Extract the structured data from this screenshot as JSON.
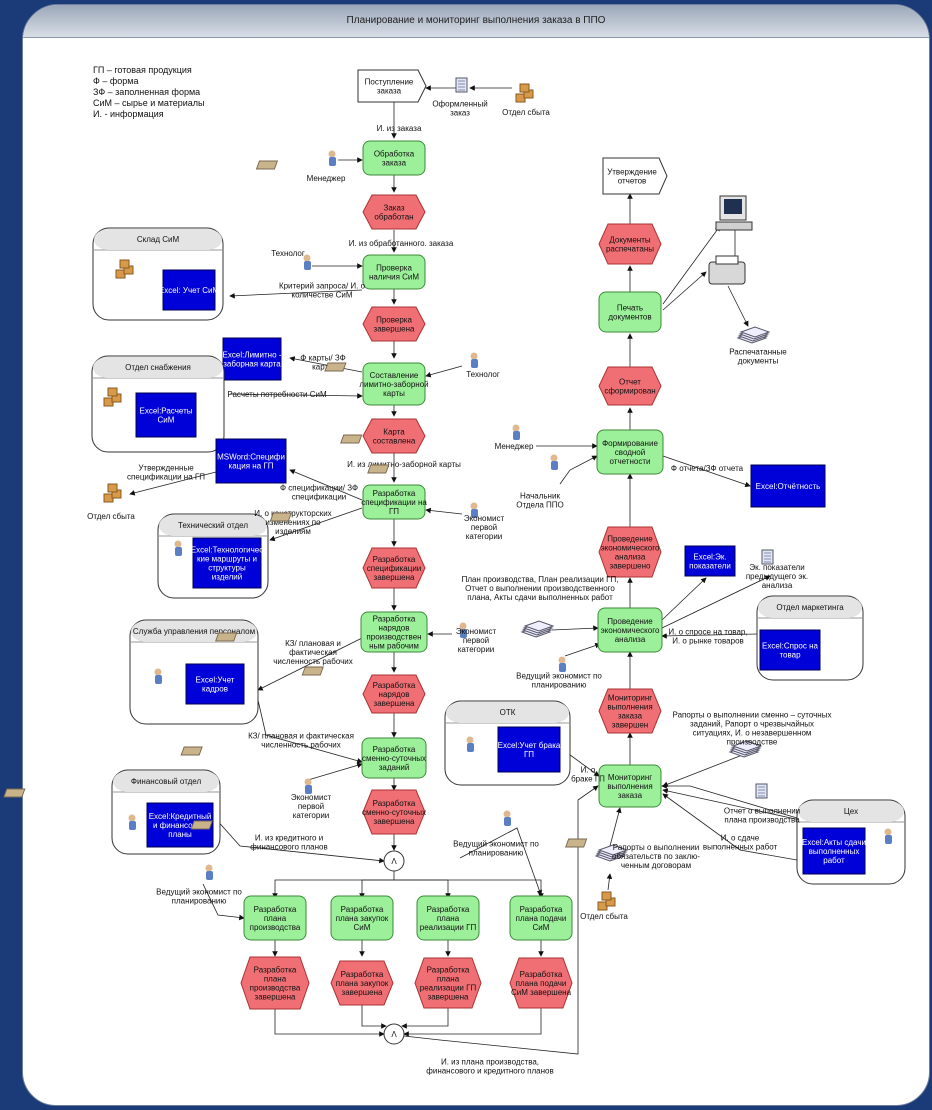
{
  "title": "Планирование и мониторинг выполнения заказа в ППО",
  "legend": [
    "ГП – готовая продукция",
    "Ф – форма",
    "ЗФ – заполненная форма",
    "СиМ – сырье и материалы",
    "И. - информация"
  ],
  "colors": {
    "function": "#9cf09a",
    "event": "#f06f74",
    "system": "#0000d8",
    "background": "#1b3a78"
  },
  "functions": {
    "f1": "Обработка заказа",
    "f2": "Проверка наличия СиМ",
    "f3": "Составление лимитно-заборной карты",
    "f4": "Разработка спецификации на ГП",
    "f5": "Разработка нарядов производствен ным рабочим",
    "f6": "Разработка сменно-суточных заданий",
    "f7": "Разработка плана производства",
    "f8": "Разработка плана закупок СиМ",
    "f9": "Разработка плана реализации ГП",
    "f10": "Разработка плана подачи СиМ",
    "f11": "Мониторинг выполнения заказа",
    "f12": "Проведение экономического анализа",
    "f13": "Формирование сводной отчетности",
    "f14": "Печать документов"
  },
  "events": {
    "e1": "Заказ обработан",
    "e2": "Проверка завершена",
    "e3": "Карта составлена",
    "e4": "Разработка спецификации завершена",
    "e5": "Разработка нарядов завершена",
    "e6": "Разработка сменно-суточных завершена",
    "e7": "Разработка плана производства завершена",
    "e8": "Разработка плана закупок завершена",
    "e9": "Разработка плана реализации ГП завершена",
    "e10": "Разработка плана подачи СиМ завершена",
    "e11": "Мониторинг выполнения заказа завершен",
    "e12": "Проведение экономического анализа завершено",
    "e13": "Отчет сформирован",
    "e14": "Документы распечатаны"
  },
  "systems": {
    "s1": "Excel: Учет СиМ",
    "s2": "Excel:Лимитно - заборная карта",
    "s3": "Excel:Расчеты СиМ",
    "s4": "MSWord:Специфи кация на ГП",
    "s5": "Excel:Технологичес кие маршруты и структуры изделий",
    "s6": "Excel:Учет кадров",
    "s7": "Excel:Кредитный и финансовый планы",
    "s8": "Excel:Учет брака ГП",
    "s9": "Excel:Эк. показатели",
    "s10": "Excel:Спрос на товар",
    "s11": "Excel:Отчётность",
    "s12": "Excel:Акты сдачи выполненных работ"
  },
  "departments": {
    "d1": "Склад СиМ",
    "d2": "Отдел снабжения",
    "d3": "Технический отдел",
    "d4": "Служба управления персоналом",
    "d5": "Финансовый отдел",
    "d6": "ОТК",
    "d7": "Отдел маркетинга",
    "d8": "Цех"
  },
  "documents": {
    "doc1": "Поступление заказа",
    "doc2": "Утверждение отчетов"
  },
  "operator": "Λ",
  "labels": {
    "l1": "Оформленный заказ",
    "l2": "Отдел сбыта",
    "l3": "И. из заказа",
    "l4": "Менеджер",
    "l5": "И. из обработанного. заказа",
    "l6": "Технолог",
    "l7": "Критерий запроса/ И. о количестве СиМ",
    "l8": "Ф карты/ ЗФ карты",
    "l9": "Технолог",
    "l10": "Расчеты потребности СиМ",
    "l11": "И. из лимитно-заборной карты",
    "l12": "Утвержденные спецификации на ГП",
    "l13": "Отдел сбыта",
    "l14": "Ф спецификации/ ЗФ спецификации",
    "l15": "И. о конструкторских изменениях по изделиям",
    "l16": "Экономист первой категории",
    "l17": "КЗ/ плановая и фактическая численность рабочих",
    "l18": "Экономист первой категории",
    "l19": "КЗ/ плановая и фактическая численность рабочих",
    "l20": "Экономист первой категории",
    "l21": "И. из кредитного и финансового планов",
    "l22": "Ведущий экономист по планированию",
    "l23": "Ведущий экономист по планированию",
    "l24": "И. из плана производства, финансового и кредитного планов",
    "l25": "И. о браке ГП",
    "l26": "Рапорты о выполнении сменно – суточных заданий, Рапорт о чрезвычайных ситуациях, И. о незавершенном производстве",
    "l27": "Отчет о выполнении плана производства",
    "l28": "И. о сдаче выполненных работ",
    "l29": "Рапорты о выполнении обязательств по заклю- ченным договорам",
    "l30": "Отдел сбыта",
    "l31": "План производства, План реализации ГП, Отчет о выполнении производственного плана, Акты сдачи выполненных работ",
    "l32": "Ведущий экономист по планированию",
    "l33": "Эк. показатели предыдущего эк. анализа",
    "l34": "И. о спросе на товар, И. о рынке товаров",
    "l35": "Менеджер",
    "l36": "Начальник Отдела ППО",
    "l37": "Ф отчета/ЗФ отчета",
    "l38": "Распечатанные документы"
  }
}
